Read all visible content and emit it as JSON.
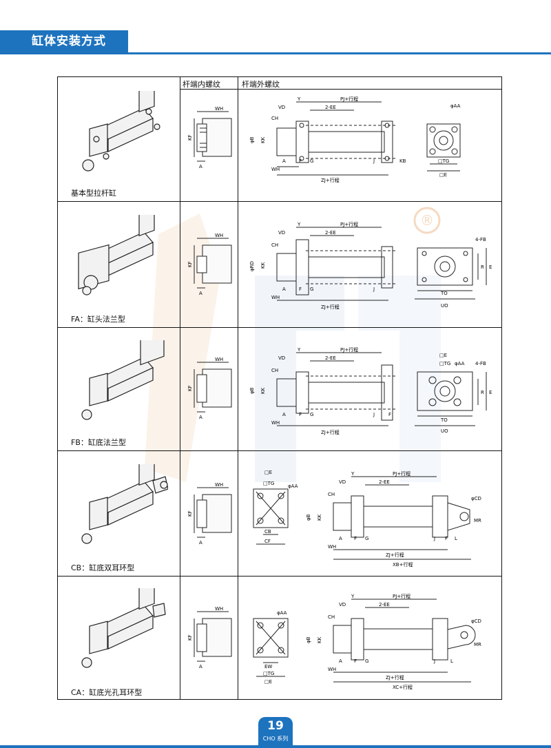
{
  "header": {
    "title": "缸体安装方式"
  },
  "table": {
    "col_inner": "杆端内螺纹",
    "col_outer": "杆端外螺纹",
    "rows": [
      {
        "label": "基本型拉杆缸"
      },
      {
        "label": "FA：缸头法兰型"
      },
      {
        "label": "FB：缸底法兰型"
      },
      {
        "label": "CB：缸底双耳环型"
      },
      {
        "label": "CA：缸底光孔耳环型"
      }
    ]
  },
  "dims": {
    "wh": "WH",
    "kf": "KF",
    "a": "A",
    "y": "Y",
    "pj": "PJ+行程",
    "vd": "VD",
    "ee": "2-EE",
    "ch": "CH",
    "b": "φB",
    "kk": "KK",
    "f": "F",
    "g": "G",
    "j": "J",
    "kb": "KB",
    "zj": "ZJ+行程",
    "aa": "φAA",
    "tg": "□TG",
    "e": "□E",
    "rd": "φRD",
    "fb": "4-FB",
    "r": "R",
    "e2": "E",
    "to": "TO",
    "uo": "UO",
    "l": "L",
    "cd": "φCD",
    "mr": "MR",
    "cb": "CB",
    "cf": "CF",
    "xb": "XB+行程",
    "xc": "XC+行程",
    "ew": "EW"
  },
  "watermark": {
    "mark": "®"
  },
  "footer": {
    "page": "19",
    "series": "CHO 系列"
  },
  "colors": {
    "brand": "#1e73be"
  }
}
